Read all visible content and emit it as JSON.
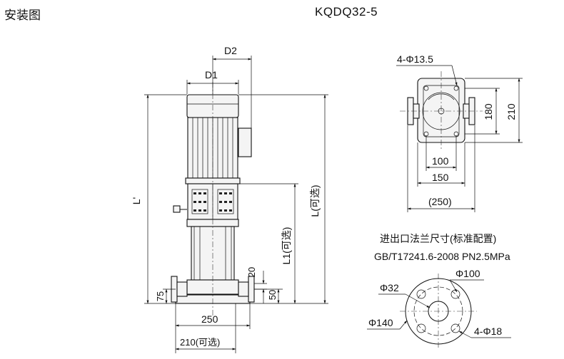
{
  "header": {
    "title_left": "安装图",
    "model": "KQDQ32-5"
  },
  "side_view": {
    "dim_d2": "D2",
    "dim_d1": "D1",
    "dim_l_prime": "L'",
    "dim_l": "L(可选)",
    "dim_l1": "L1(可选)",
    "dim_20": "20",
    "dim_50": "50",
    "dim_75": "75",
    "dim_250": "250",
    "dim_210": "210(可选)"
  },
  "top_view": {
    "holes": "4-Φ13.5",
    "dim_180": "180",
    "dim_210": "210",
    "dim_100": "100",
    "dim_150": "150",
    "dim_250": "(250)"
  },
  "flange": {
    "caption_line1": "进出口法兰尺寸(标准配置)",
    "caption_line2": "GB/T17241.6-2008 PN2.5MPa",
    "d100": "Φ100",
    "d32": "Φ32",
    "d140": "Φ140",
    "holes": "4-Φ18"
  }
}
